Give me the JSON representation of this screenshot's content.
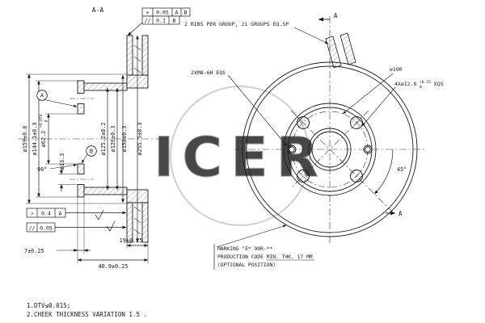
{
  "header": {
    "section_label": "A-A"
  },
  "fcf": {
    "position": {
      "sym": "⌖",
      "val": "0.05",
      "d1": "A",
      "d2": "B"
    },
    "parallelism_top": {
      "sym": "//",
      "val": "0.1",
      "d1": "B"
    },
    "runout": {
      "sym": "↗",
      "val": "0.4",
      "d1": "A"
    },
    "parallelism_bottom": {
      "sym": "//",
      "val": "0.05"
    }
  },
  "datum": {
    "a": "A",
    "b": "B"
  },
  "left_view": {
    "d159": "ø159±0.8",
    "d144": "ø144.1±0.3",
    "d62": "ø62.2",
    "d62_sup": "+0.074",
    "d62_sub": "0",
    "d125": "ø125.2±0.2",
    "d126": "ø126±0.3",
    "d158": "ø158±0.3",
    "d255": "ø255.5±0.3",
    "d13": "ø13.3",
    "angle90": "90°",
    "t7": "7±0.25",
    "t19": "19±0.25",
    "t409": "40.9±0.25"
  },
  "right_view": {
    "ribs": "2 RIBS PER GROUP, 21 GROUPS EQ.SP",
    "m8": "2XM8-6H EQS",
    "bcd": "ø100",
    "holes": "4Xø12.6",
    "holes_sup": "+0.25",
    "holes_sub": "0",
    "holes_tail": "EQS",
    "angle45": "45°",
    "sec_a_top": "A",
    "sec_a_bottom": "A"
  },
  "marking": {
    "l1": "MARKING \"E* 90R-**",
    "l2": "PRODUCTION CODE MIN. THK. 17 MM",
    "l3": "(OPTIONAL POSITION)"
  },
  "watermark": "ICER",
  "notes": {
    "n1": "1.DTV≤0.015;",
    "n2": "2.CHEEK THICKNESS VARIATION 1.5 ."
  }
}
